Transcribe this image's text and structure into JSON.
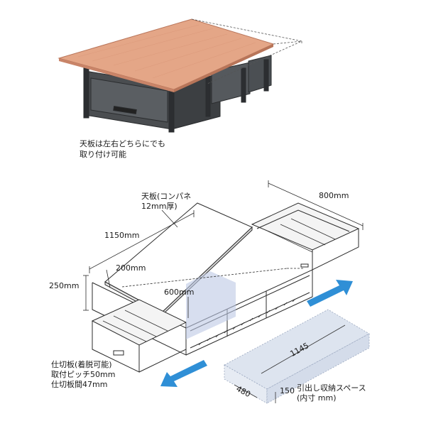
{
  "top_caption": [
    "天板は左右どちらにでも",
    "取り付け可能"
  ],
  "labels": {
    "top_board": [
      "天板(コンパネ",
      "12mm厚)"
    ],
    "width_800": "800mm",
    "length_1150": "1150mm",
    "dim_200": "200mm",
    "dim_600": "600mm",
    "height_250": "250mm",
    "divider": [
      "仕切板(着脱可能)",
      "取付ピッチ50mm",
      "仕切板間47mm"
    ],
    "storage": [
      "引出し収納スペース",
      "(内寸 mm)"
    ],
    "box_1145": "1145",
    "box_480": "480",
    "box_150": "150"
  },
  "colors": {
    "wood": "#e5a889",
    "wood_dark": "#c98468",
    "frame": "#3a3d40",
    "line": "#2b2b2b",
    "arrow": "#2f8fd6",
    "space_fill": "#dde4ef",
    "space_stroke": "#9aa7bf"
  }
}
